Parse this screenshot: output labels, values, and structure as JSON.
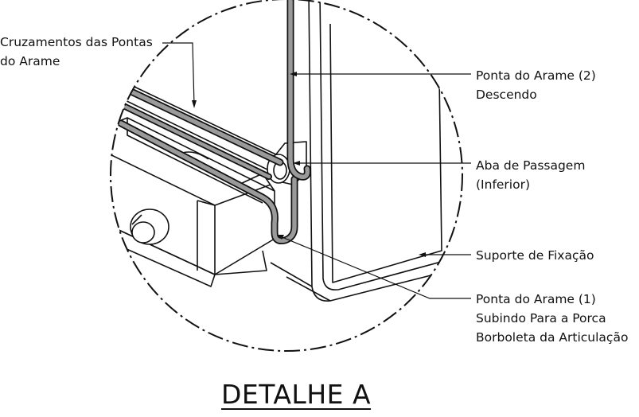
{
  "callouts": {
    "cruzamentos": {
      "line1": "Cruzamentos das Pontas",
      "line2": "do Arame"
    },
    "ponta2": {
      "line1": "Ponta do Arame (2)",
      "line2": "Descendo"
    },
    "aba": {
      "line1": "Aba de Passagem",
      "line2": "(Inferior)"
    },
    "suporte": {
      "line1": "Suporte de Fixação"
    },
    "ponta1": {
      "line1": "Ponta do Arame (1)",
      "line2": "Subindo Para a Porca",
      "line3": "Borboleta da Articulação"
    }
  },
  "title": "DETALHE A",
  "colors": {
    "line": "#111111",
    "wire_fill": "#9a9a9a",
    "background": "#ffffff"
  }
}
